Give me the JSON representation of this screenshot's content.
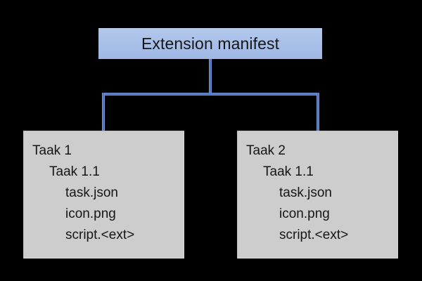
{
  "diagram": {
    "root": {
      "label": "Extension manifest"
    },
    "children": [
      {
        "name": "child-node-1",
        "lines": [
          {
            "text": "Taak 1",
            "level": 0
          },
          {
            "text": "Taak 1.1",
            "level": 1
          },
          {
            "text": "task.json",
            "level": 2
          },
          {
            "text": "icon.png",
            "level": 2
          },
          {
            "text": "script.<ext>",
            "level": 2
          }
        ]
      },
      {
        "name": "child-node-2",
        "lines": [
          {
            "text": "Taak 2",
            "level": 0
          },
          {
            "text": "Taak 1.1",
            "level": 1
          },
          {
            "text": "task.json",
            "level": 2
          },
          {
            "text": "icon.png",
            "level": 2
          },
          {
            "text": "script.<ext>",
            "level": 2
          }
        ]
      }
    ]
  },
  "colors": {
    "background": "#000000",
    "root_fill": "#a7bfe8",
    "connector": "#4a72c4",
    "child_fill": "#cdcdcd",
    "text": "#161616"
  }
}
